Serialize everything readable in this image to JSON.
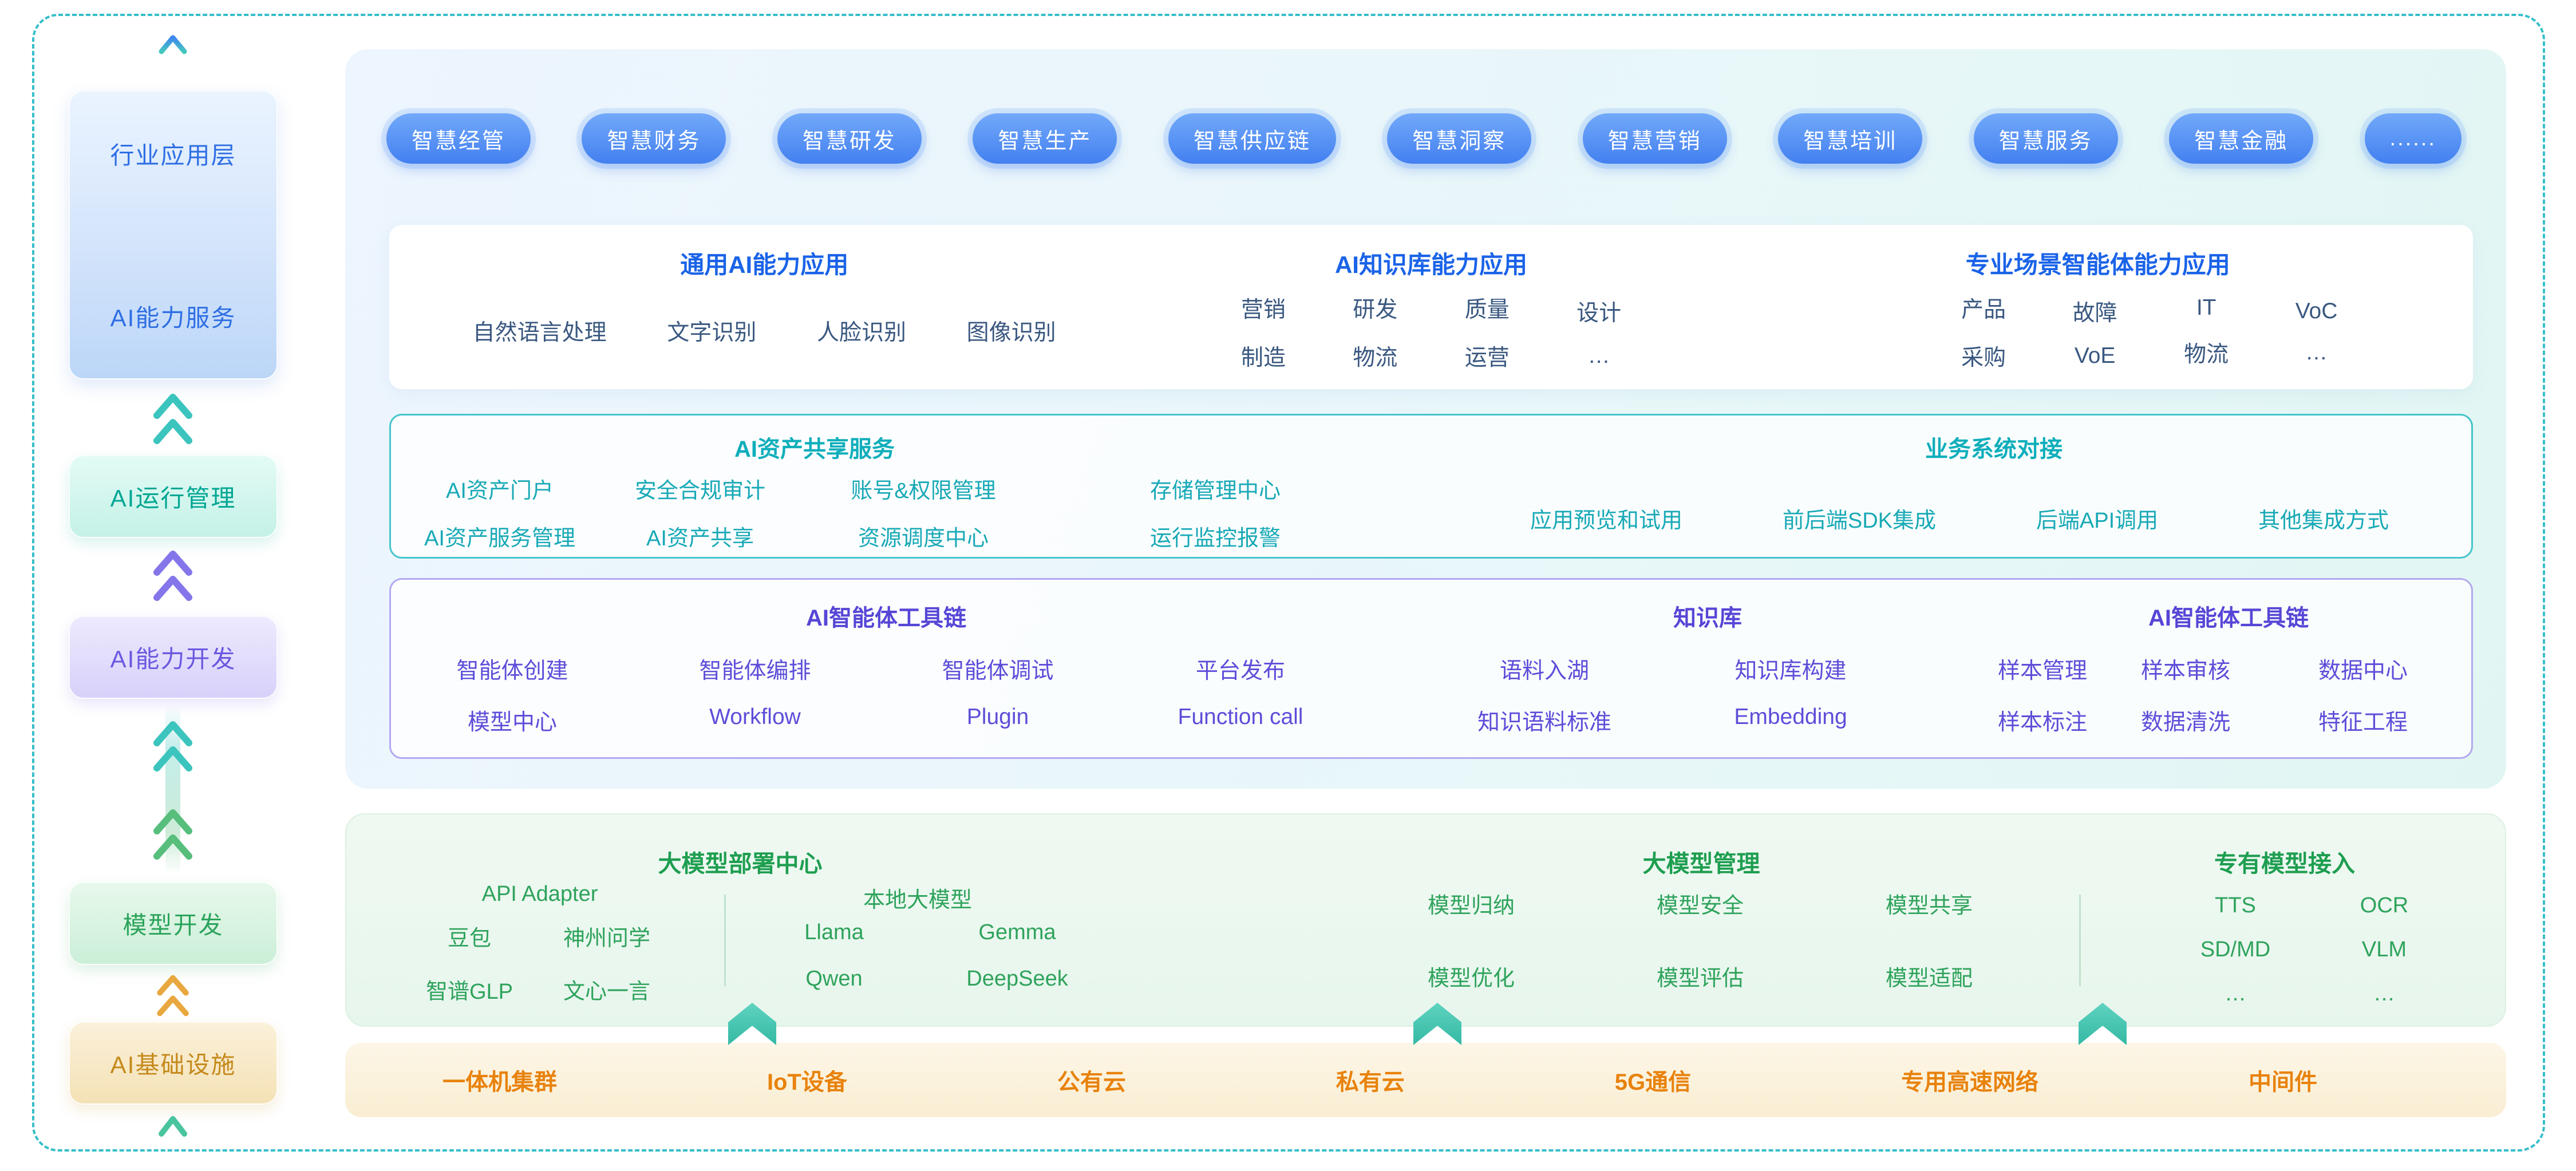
{
  "accents": {
    "frame": "#35BEC9",
    "blue": "#1A63E8",
    "teal": "#0FAEBB",
    "purple": "#5646D6",
    "green": "#1E9E50",
    "orange": "#E8820C",
    "pill": "#4380F0"
  },
  "sidebar": {
    "app_layer": {
      "label_top": "行业应用层",
      "label_bottom": "AI能力服务"
    },
    "runtime": "AI运行管理",
    "dev": "AI能力开发",
    "model": "模型开发",
    "infra": "AI基础设施"
  },
  "pills": [
    "智慧经管",
    "智慧财务",
    "智慧研发",
    "智慧生产",
    "智慧供应链",
    "智慧洞察",
    "智慧营销",
    "智慧培训",
    "智慧服务",
    "智慧金融",
    "......"
  ],
  "capability_card": {
    "general": {
      "title": "通用AI能力应用",
      "items": [
        "自然语言处理",
        "文字识别",
        "人脸识别",
        "图像识别"
      ]
    },
    "knowledge": {
      "title": "AI知识库能力应用",
      "cols": [
        [
          "营销",
          "制造"
        ],
        [
          "研发",
          "物流"
        ],
        [
          "质量",
          "运营"
        ],
        [
          "设计",
          "…"
        ]
      ]
    },
    "scenario": {
      "title": "专业场景智能体能力应用",
      "cols": [
        [
          "产品",
          "采购"
        ],
        [
          "故障",
          "VoE"
        ],
        [
          "IT",
          "物流"
        ],
        [
          "VoC",
          "…"
        ]
      ]
    }
  },
  "asset_card": {
    "share": {
      "title": "AI资产共享服务",
      "rows": [
        [
          "AI资产门户",
          "安全合规审计",
          "账号&权限管理",
          "存储管理中心"
        ],
        [
          "AI资产服务管理",
          "AI资产共享",
          "资源调度中心",
          "运行监控报警"
        ]
      ]
    },
    "integration": {
      "title": "业务系统对接",
      "items": [
        "应用预览和试用",
        "前后端SDK集成",
        "后端API调用",
        "其他集成方式"
      ]
    }
  },
  "agent_card": {
    "tools": {
      "title": "AI智能体工具链",
      "rows": [
        [
          "智能体创建",
          "智能体编排",
          "智能体调试",
          "平台发布"
        ],
        [
          "模型中心",
          "Workflow",
          "Plugin",
          "Function call"
        ]
      ]
    },
    "kb": {
      "title": "知识库",
      "rows": [
        [
          "语料入湖",
          "知识库构建"
        ],
        [
          "知识语料标准",
          "Embedding"
        ]
      ]
    },
    "data": {
      "title": "AI智能体工具链",
      "rows": [
        [
          "样本管理",
          "样本审核",
          "数据中心"
        ],
        [
          "样本标注",
          "数据清洗",
          "特征工程"
        ]
      ]
    }
  },
  "model_panel": {
    "deploy": {
      "title": "大模型部署中心",
      "api": {
        "subtitle": "API Adapter",
        "rows": [
          [
            "豆包",
            "神州问学"
          ],
          [
            "智谱GLP",
            "文心一言"
          ]
        ]
      },
      "local": {
        "subtitle": "本地大模型",
        "rows": [
          [
            "Llama",
            "Gemma"
          ],
          [
            "Qwen",
            "DeepSeek"
          ]
        ]
      }
    },
    "manage": {
      "title": "大模型管理",
      "rows": [
        [
          "模型归纳",
          "模型安全",
          "模型共享"
        ],
        [
          "模型优化",
          "模型评估",
          "模型适配"
        ]
      ]
    },
    "dedicated": {
      "title": "专有模型接入",
      "rows": [
        [
          "TTS",
          "OCR"
        ],
        [
          "SD/MD",
          "VLM"
        ],
        [
          "…",
          "…"
        ]
      ]
    }
  },
  "infra_bar": {
    "items": [
      "一体机集群",
      "IoT设备",
      "公有云",
      "私有云",
      "5G通信",
      "专用高速网络",
      "中间件"
    ]
  }
}
